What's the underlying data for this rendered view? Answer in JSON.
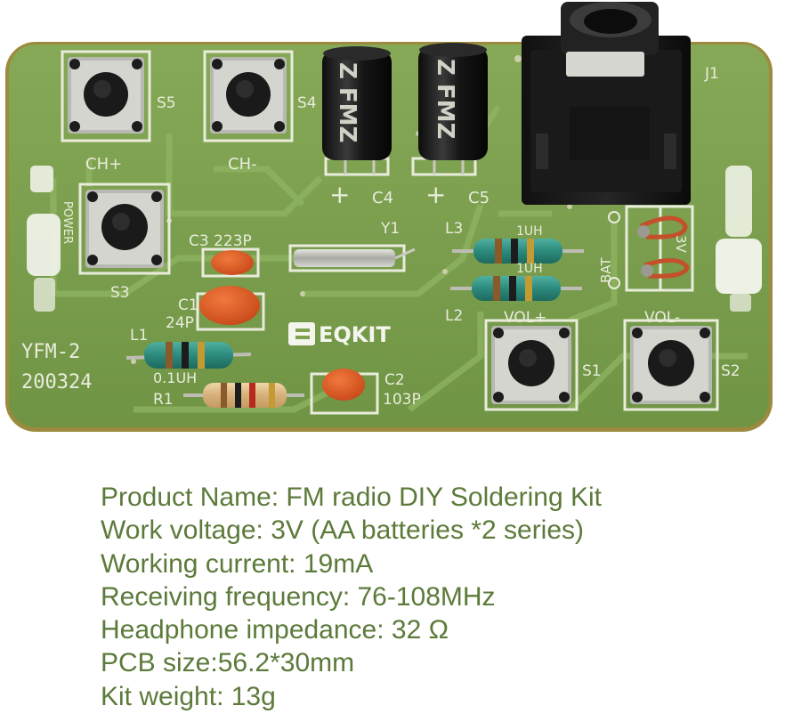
{
  "board": {
    "silkscreen": {
      "ch_plus": "CH+",
      "ch_minus": "CH-",
      "s5": "S5",
      "s4": "S4",
      "s3": "S3",
      "s1": "S1",
      "s2": "S2",
      "c4": "C4",
      "c5": "C5",
      "plus": "+",
      "j1": "J1",
      "power": "POWER",
      "c3": "C3 223P",
      "y1": "Y1",
      "l3": "L3",
      "l3_value": "1UH",
      "l2_value": "1UH",
      "l2": "L2",
      "c1": "C1",
      "c1_value": "24P",
      "l1": "L1",
      "l1_value": "0.1UH",
      "r1": "R1",
      "c2": "C2",
      "c2_value": "103P",
      "model": "YFM-2",
      "date_code": "200324",
      "vol_plus": "VOL+",
      "vol_minus": "VOL-",
      "bat": "BAT",
      "bat_voltage": "3V",
      "cap_marking": "Z FMZ"
    },
    "logo": "EQKIT",
    "colors": {
      "pcb": "#7ea24f",
      "pcb_edge": "#a08a3c",
      "silkscreen": "#e9ecdc",
      "spec_text": "#5c7a3a"
    }
  },
  "specs": [
    "Product Name: FM radio DIY Soldering Kit",
    "Work voltage: 3V (AA batteries *2 series)",
    "Working current: 19mA",
    "Receiving frequency: 76-108MHz",
    "Headphone impedance: 32 Ω",
    "PCB size:56.2*30mm",
    "Kit weight: 13g"
  ]
}
